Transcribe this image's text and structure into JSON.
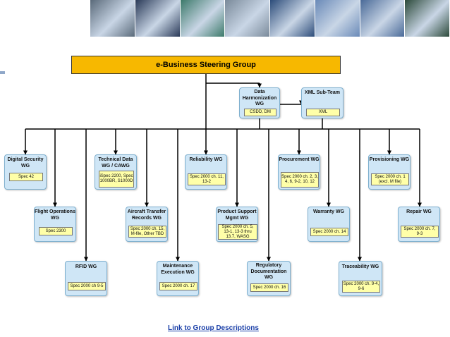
{
  "header": {
    "banner_tiles": [
      "#5a6a7a",
      "#2a3a58",
      "#3c7a6a",
      "#7a8a9a",
      "#2c4c7a",
      "#6a8ab8",
      "#4a6a98",
      "#2c4a3a"
    ]
  },
  "steering": {
    "title": "e-Business Steering Group"
  },
  "groups": {
    "data_harmonization": {
      "title": "Data Harmonization WG",
      "spec": "CSDD, DM"
    },
    "xml_subteam": {
      "title": "XML Sub-Team",
      "spec": "XML"
    },
    "digital_security": {
      "title": "Digital Security WG",
      "spec": "Spec 42"
    },
    "technical_data": {
      "title": "Technical Data WG / CAWG",
      "spec": "iSpec 2200, Spec 1000BR, S1000D"
    },
    "reliability": {
      "title": "Reliability WG",
      "spec": "Spec 2000 ch. 11, 13-2"
    },
    "procurement": {
      "title": "Procurement WG",
      "spec": "Spec 2000 ch. 2, 3, 4, 6, 9-2, 10, 12"
    },
    "provisioning": {
      "title": "Provisioning WG",
      "spec": "Spec 2000 ch. 1 (excl. M file)"
    },
    "flight_operations": {
      "title": "Flight Operations WG",
      "spec": "Spec 2300"
    },
    "aircraft_transfer": {
      "title": "Aircraft Transfer Records WG",
      "spec": "Spec 2000 ch. 15, M-file, Other TBD"
    },
    "product_support": {
      "title": "Product Support Mgmt WG",
      "spec": "Spec 2000 ch. 5, 13-1, 13-3 thru 13.7, WASG"
    },
    "warranty": {
      "title": "Warranty WG",
      "spec": "Spec 2000 ch. 14"
    },
    "repair": {
      "title": "Repair WG",
      "spec": "Spec 2000 ch. 7, 9-3"
    },
    "rfid": {
      "title": "RFID WG",
      "spec": "Spec 2000 ch 9-5"
    },
    "maintenance_execution": {
      "title": "Maintenance Execution WG",
      "spec": "Spec 2000 ch. 17"
    },
    "regulatory_documentation": {
      "title": "Regulatory Documentation WG",
      "spec": "Spec 2000 ch. 16"
    },
    "traceability": {
      "title": "Traceability WG",
      "spec": "Spec 2000 ch. 9-4, 9-6"
    }
  },
  "footer": {
    "link_text": "Link to Group Descriptions"
  }
}
